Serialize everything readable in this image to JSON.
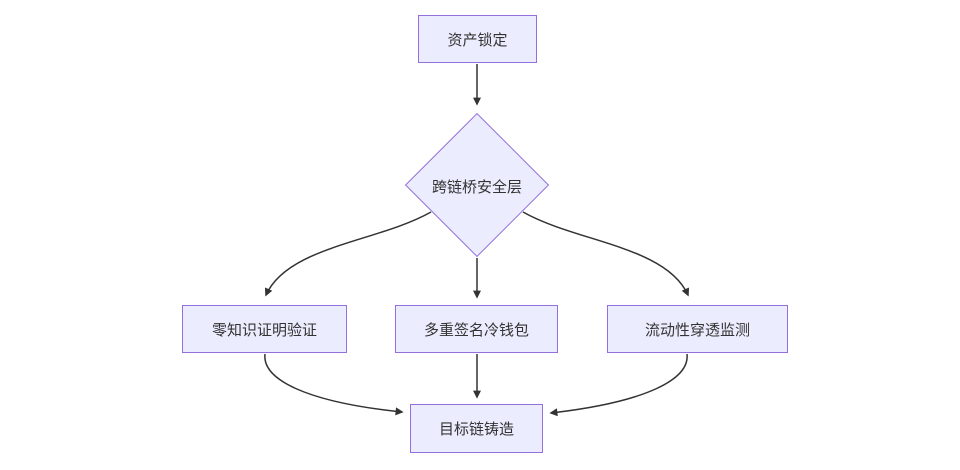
{
  "diagram_type": "flowchart",
  "direction": "top-down",
  "colors": {
    "background": "#ffffff",
    "node_fill": "#ECECFF",
    "node_border": "#9370DB",
    "edge_color": "#333333",
    "text_color": "#333333"
  },
  "nodes": [
    {
      "id": "asset-lock",
      "label": "资产锁定",
      "shape": "rect"
    },
    {
      "id": "bridge-security-layer",
      "label": "跨链桥安全层",
      "shape": "diamond"
    },
    {
      "id": "zk-proof-verification",
      "label": "零知识证明验证",
      "shape": "rect"
    },
    {
      "id": "multisig-cold-wallet",
      "label": "多重签名冷钱包",
      "shape": "rect"
    },
    {
      "id": "liquidity-monitoring",
      "label": "流动性穿透监测",
      "shape": "rect"
    },
    {
      "id": "target-chain-mint",
      "label": "目标链铸造",
      "shape": "rect"
    }
  ],
  "edges": [
    {
      "from": "asset-lock",
      "to": "bridge-security-layer"
    },
    {
      "from": "bridge-security-layer",
      "to": "zk-proof-verification"
    },
    {
      "from": "bridge-security-layer",
      "to": "multisig-cold-wallet"
    },
    {
      "from": "bridge-security-layer",
      "to": "liquidity-monitoring"
    },
    {
      "from": "zk-proof-verification",
      "to": "target-chain-mint"
    },
    {
      "from": "multisig-cold-wallet",
      "to": "target-chain-mint"
    },
    {
      "from": "liquidity-monitoring",
      "to": "target-chain-mint"
    }
  ]
}
